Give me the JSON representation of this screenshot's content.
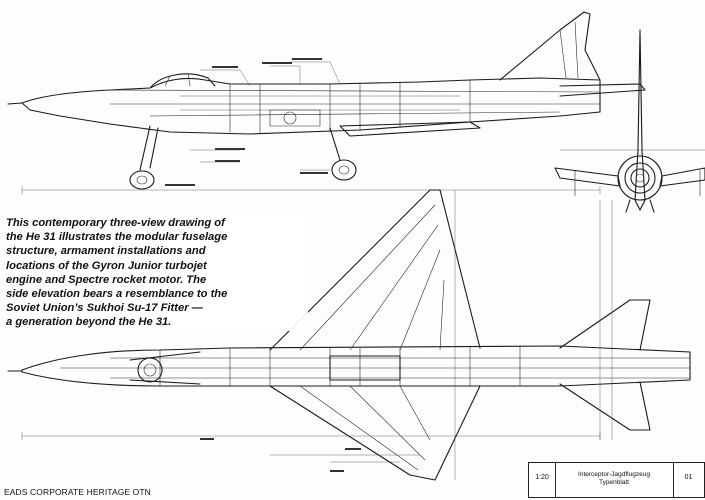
{
  "caption": {
    "line1": "This contemporary three-view drawing of",
    "line2": "the He 31 illustrates the modular fuselage",
    "line3": "structure, armament installations and",
    "line4": "locations of the Gyron Junior turbojet",
    "line5": "engine and Spectre rocket motor. The",
    "line6": "side elevation bears a resemblance to the",
    "line7": "Soviet Union’s Sukhoi Su-17 Fitter —",
    "line8": "a generation beyond the He 31."
  },
  "credit": "EADS CORPORATE HERITAGE OTN",
  "title_block": {
    "scale": "1:20",
    "title_line1": "Interceptor-Jagdflugzeug",
    "title_line2": "Typenblatt",
    "sheet": "01"
  }
}
